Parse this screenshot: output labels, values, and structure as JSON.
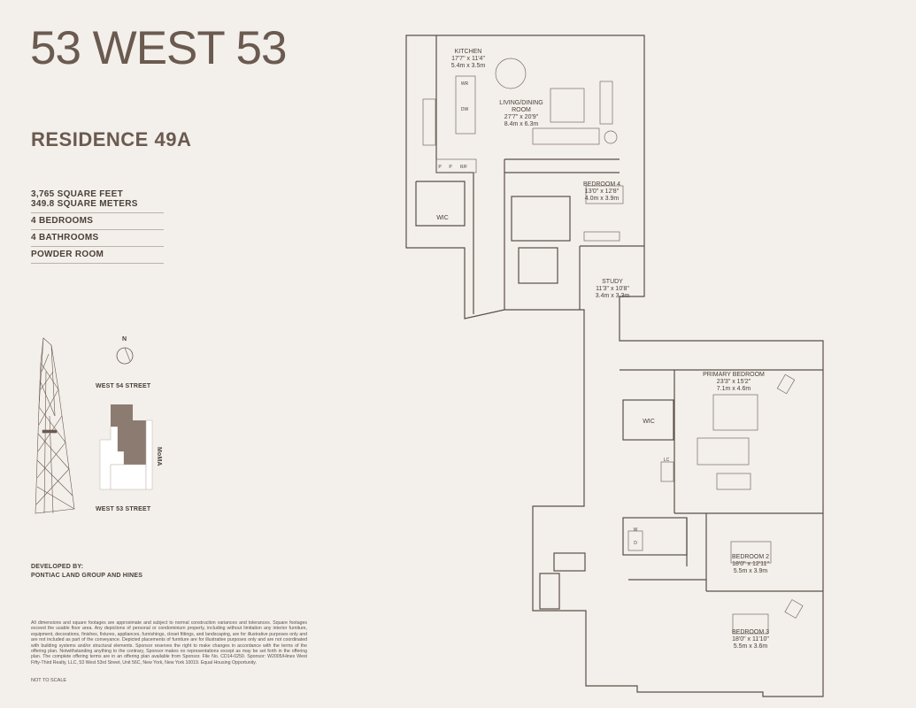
{
  "brand": {
    "title": "53 WEST 53"
  },
  "residence": {
    "name": "RESIDENCE 49A"
  },
  "specs": {
    "square_feet": "3,765 SQUARE FEET",
    "square_meters": "349.8 SQUARE METERS",
    "bedrooms": "4 BEDROOMS",
    "bathrooms": "4 BATHROOMS",
    "powder": "POWDER ROOM"
  },
  "location": {
    "north": "N",
    "street_north": "WEST 54 STREET",
    "street_south": "WEST 53 STREET",
    "moma": "MoMA"
  },
  "developer": {
    "line1": "DEVELOPED BY:",
    "line2": "PONTIAC LAND GROUP AND HINES"
  },
  "disclaimer": "All dimensions and square footages are approximate and subject to normal construction variances and tolerances. Square footages exceed the usable floor area. Any depictions of personal or condominium property, including without limitation any interior furniture, equipment, decorations, finishes, fixtures, appliances, furnishings, closet fittings, and landscaping, are for illustrative purposes only and are not included as part of the conveyance. Depicted placements of furniture are for illustrative purposes only and are not coordinated with building systems and/or structural elements. Sponsor reserves the right to make changes in accordance with the terms of the offering plan. Notwithstanding anything to the contrary, Sponsor makes no representations except as may be set forth in the offering plan. The complete offering terms are in an offering plan available from Sponsor. File No. CD14-0250. Sponsor: W2005/Hines West Fifty-Third Realty, LLC, 53 West 53rd Street, Unit 56C, New York, New York 10019. Equal Housing Opportunity.",
  "not_to_scale": "NOT TO SCALE",
  "rooms": {
    "kitchen": {
      "name": "KITCHEN",
      "imperial": "17'7\" x 11'4\"",
      "metric": "5.4m x 3.5m"
    },
    "living": {
      "name1": "LIVING/DINING",
      "name2": "ROOM",
      "imperial": "27'7\" x 20'9\"",
      "metric": "8.4m x 6.3m"
    },
    "bedroom4": {
      "name": "BEDROOM 4",
      "imperial": "13'0\" x 12'8\"",
      "metric": "4.0m x 3.9m"
    },
    "study": {
      "name": "STUDY",
      "imperial": "11'3\" x 10'8\"",
      "metric": "3.4m x 3.3m"
    },
    "primary": {
      "name": "PRIMARY BEDROOM",
      "imperial": "23'3\" x 15'2\"",
      "metric": "7.1m x 4.6m"
    },
    "bedroom2": {
      "name": "BEDROOM 2",
      "imperial": "18'0\" x 12'11\"",
      "metric": "5.5m x 3.9m"
    },
    "bedroom3": {
      "name": "BEDROOM 3",
      "imperial": "18'0\" x 11'10\"",
      "metric": "5.5m x 3.6m"
    }
  },
  "plan_labels": {
    "wic1": "WIC",
    "wic2": "WIC",
    "wr": "WR",
    "dw": "DW",
    "p1": "P",
    "p2": "P",
    "rf": "R/F",
    "lc": "LC",
    "w": "W",
    "d": "D"
  },
  "colors": {
    "background": "#f3efea",
    "title": "#6a5a50",
    "plan_line": "#5a4f48",
    "site_fill": "#8c7b70"
  }
}
